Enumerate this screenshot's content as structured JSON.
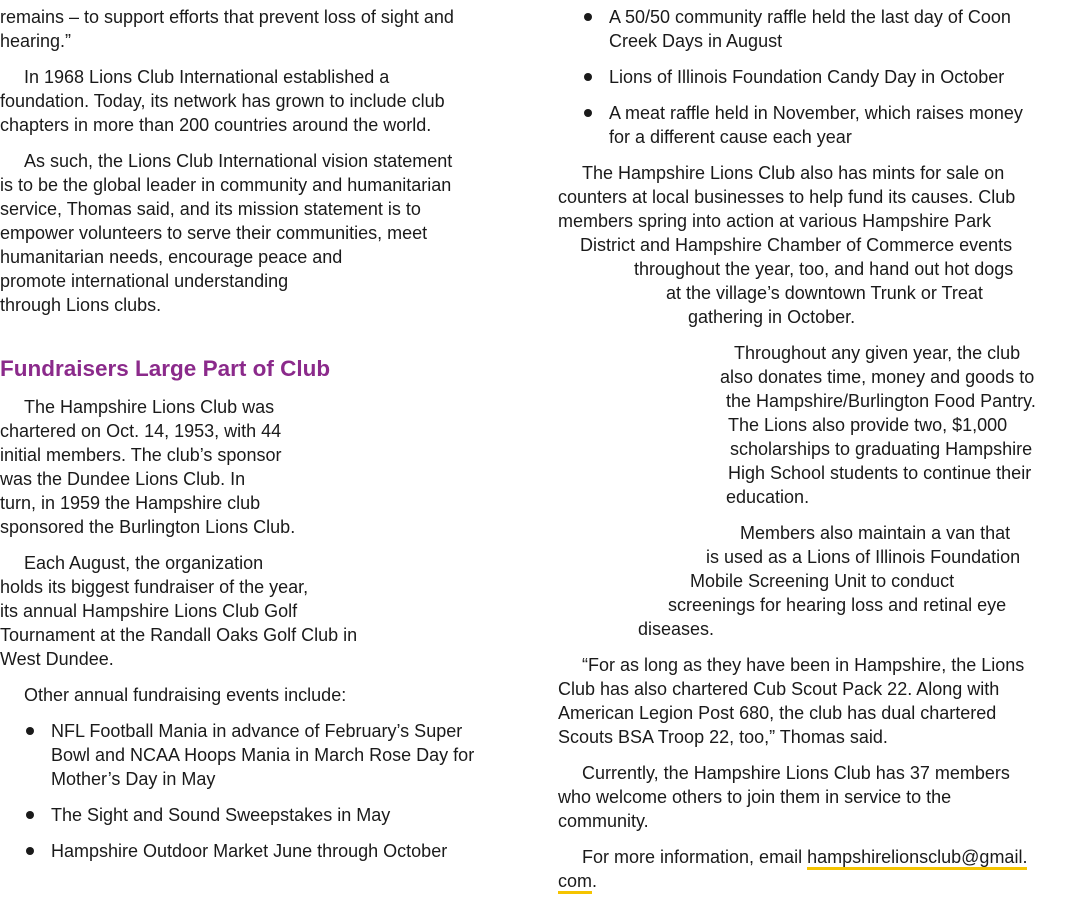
{
  "colors": {
    "heading": "#8b2a8b",
    "text": "#1a1a1a",
    "link_highlight": "#f5c400"
  },
  "left": {
    "para_intro": [
      "remains – to support efforts that prevent loss of sight and",
      "hearing.”"
    ],
    "para_1968": [
      "In 1968 Lions Club International established a",
      "foundation. Today, its network has grown to include club",
      "chapters in more than 200 countries around the world."
    ],
    "para_vision": [
      "As such, the Lions Club International vision statement",
      "is to be the global leader in community and humanitarian",
      "service, Thomas said, and its mission statement is to",
      "empower volunteers to serve their communities, meet",
      "humanitarian needs, encourage peace and",
      "promote international understanding",
      "through Lions clubs."
    ],
    "heading": "Fundraisers Large Part of Club",
    "para_chartered": [
      "The Hampshire Lions Club was",
      "chartered on Oct. 14, 1953, with 44",
      "initial members. The club’s sponsor",
      "was the Dundee Lions Club. In",
      "turn, in 1959 the Hampshire club",
      "sponsored the Burlington Lions Club."
    ],
    "para_august": [
      "Each August, the organization",
      "holds its biggest fundraiser of the year,",
      "its annual Hampshire Lions Club Golf",
      "Tournament at the Randall Oaks Golf Club in",
      "West Dundee."
    ],
    "para_other": [
      "Other annual fundraising events include:"
    ],
    "bullets": [
      [
        "NFL Football Mania in advance of February’s Super",
        "Bowl and NCAA Hoops Mania in March Rose Day for",
        "Mother’s Day in May"
      ],
      [
        "The Sight and Sound Sweepstakes in May"
      ],
      [
        "Hampshire Outdoor Market June through October"
      ]
    ]
  },
  "right": {
    "bullets": [
      [
        "A 50/50 community raffle held the last day of Coon",
        "Creek Days in August"
      ],
      [
        "Lions of Illinois Foundation Candy Day in October"
      ],
      [
        "A meat raffle held in November, which raises money",
        "for a different cause each year"
      ]
    ],
    "para_mints": [
      "The Hampshire Lions Club also has mints for sale on",
      "counters at local businesses to help fund its causes. Club",
      "members spring into action at various Hampshire Park",
      "District and Hampshire Chamber of Commerce events",
      "throughout the year, too, and hand out hot dogs",
      "at the village’s downtown Trunk or Treat",
      "gathering in October."
    ],
    "para_donates": [
      "Throughout any given year, the club",
      "also donates time, money and goods to",
      "the Hampshire/Burlington Food Pantry.",
      "The Lions also provide two, $1,000",
      "scholarships to graduating Hampshire",
      "High School students to continue their",
      "education."
    ],
    "para_van": [
      "Members also maintain a van that",
      "is used as a Lions of Illinois Foundation",
      "Mobile Screening Unit to conduct",
      "screenings for hearing loss and retinal eye",
      "diseases."
    ],
    "para_cub": [
      "“For as long as they have been in Hampshire, the Lions",
      "Club has also chartered Cub Scout Pack 22. Along with",
      "American Legion Post 680, the club has dual chartered",
      "Scouts BSA Troop 22, too,” Thomas said."
    ],
    "para_members": [
      "Currently, the Hampshire Lions Club has 37 members",
      "who welcome others to join them in service to the",
      "community."
    ],
    "contact": {
      "prefix": "For more information, email ",
      "email_line1": "hampshirelionsclub@gmail.",
      "email_line2": "com",
      "suffix": "."
    }
  }
}
